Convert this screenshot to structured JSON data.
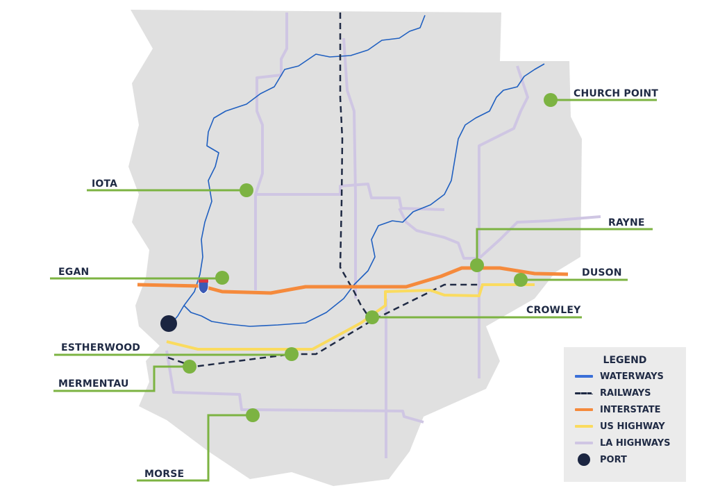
{
  "towns": [
    {
      "key": "church-point",
      "name": "CHURCH POINT"
    },
    {
      "key": "iota",
      "name": "IOTA"
    },
    {
      "key": "rayne",
      "name": "RAYNE"
    },
    {
      "key": "egan",
      "name": "EGAN"
    },
    {
      "key": "duson",
      "name": "DUSON"
    },
    {
      "key": "crowley",
      "name": "CROWLEY"
    },
    {
      "key": "estherwood",
      "name": "ESTHERWOOD"
    },
    {
      "key": "mermentau",
      "name": "MERMENTAU"
    },
    {
      "key": "morse",
      "name": "MORSE"
    }
  ],
  "legend": {
    "title": "LEGEND",
    "items": [
      {
        "label": "WATERWAYS",
        "color": "#3a6fd8"
      },
      {
        "label": "RAILWAYS",
        "color": "#1f2a44"
      },
      {
        "label": "INTERSTATE",
        "color": "#f58a3c"
      },
      {
        "label": "US HIGHWAY",
        "color": "#fadb5f"
      },
      {
        "label": "LA HIGHWAYS",
        "color": "#cfc6e3"
      },
      {
        "label": "PORT",
        "color": "#1b2541"
      }
    ]
  },
  "colors": {
    "land": "#e0e0e0",
    "town_marker": "#7cb342",
    "label_text": "#1f2a44"
  },
  "shield_icon": "interstate-shield-icon"
}
